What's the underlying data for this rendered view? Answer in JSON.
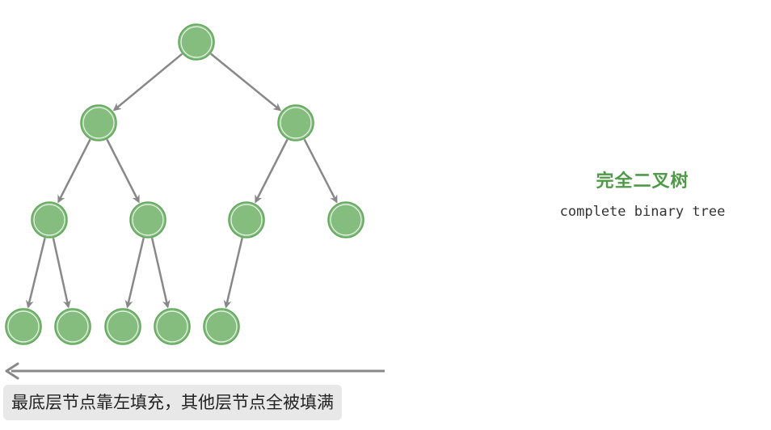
{
  "diagram": {
    "title_cn": "完全二叉树",
    "title_en": "complete binary tree",
    "caption": "最底层节点靠左填充，其他层节点全被填满",
    "colors": {
      "node_fill": "#84bd7e",
      "node_stroke": "#5fa85a",
      "edge": "#888888",
      "caption_bg": "#e8e8e8",
      "title": "#4f9a46"
    },
    "tree": {
      "type": "complete-binary-tree",
      "levels": [
        1,
        2,
        4,
        5
      ],
      "node_count": 12,
      "nodes": [
        {
          "id": 0,
          "level": 0
        },
        {
          "id": 1,
          "level": 1
        },
        {
          "id": 2,
          "level": 1
        },
        {
          "id": 3,
          "level": 2
        },
        {
          "id": 4,
          "level": 2
        },
        {
          "id": 5,
          "level": 2
        },
        {
          "id": 6,
          "level": 2
        },
        {
          "id": 7,
          "level": 3
        },
        {
          "id": 8,
          "level": 3
        },
        {
          "id": 9,
          "level": 3
        },
        {
          "id": 10,
          "level": 3
        },
        {
          "id": 11,
          "level": 3
        }
      ],
      "edges": [
        [
          0,
          1
        ],
        [
          0,
          2
        ],
        [
          1,
          3
        ],
        [
          1,
          4
        ],
        [
          2,
          5
        ],
        [
          2,
          6
        ],
        [
          3,
          7
        ],
        [
          3,
          8
        ],
        [
          4,
          9
        ],
        [
          4,
          10
        ],
        [
          5,
          11
        ]
      ]
    },
    "arrow_direction": "left"
  }
}
